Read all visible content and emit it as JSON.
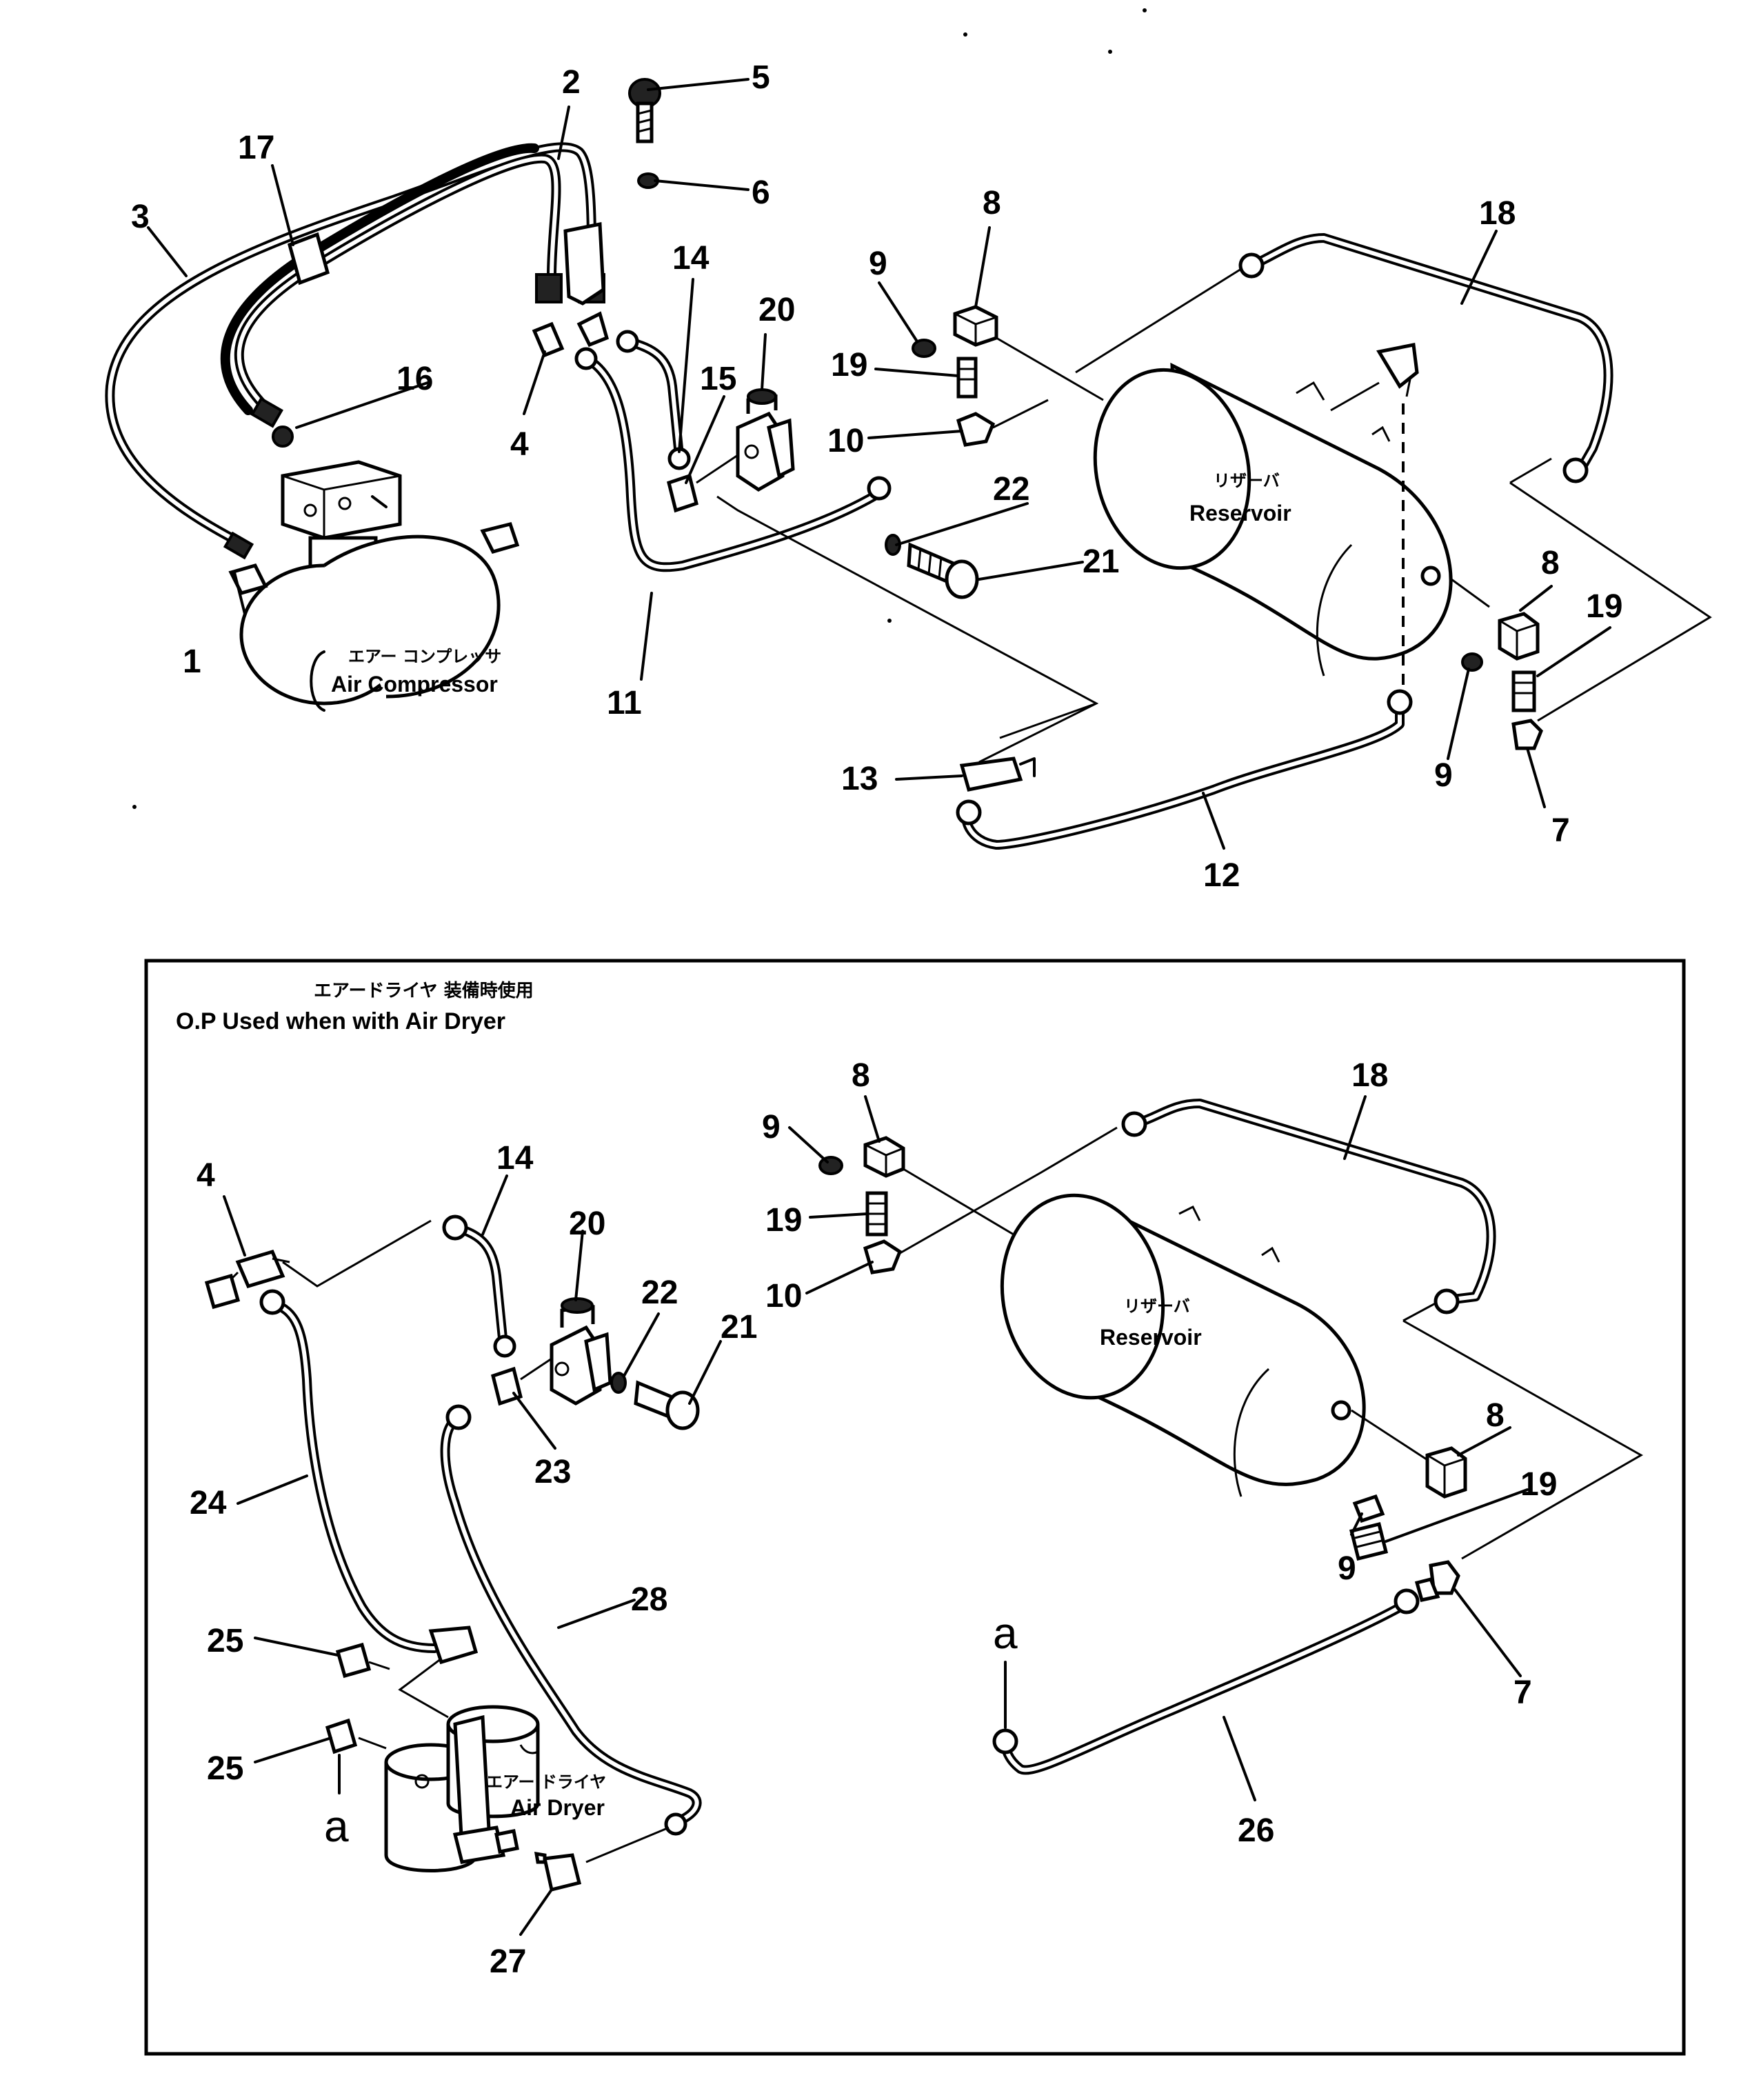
{
  "labels": {
    "air_compressor_jp": "エアー コンプレッサ",
    "air_compressor_en": "Air Compressor",
    "reservoir_jp": "リザーバ",
    "reservoir_en": "Reservoir",
    "option_jp": "エアードライヤ 装備時使用",
    "option_en": "O.P   Used when with Air Dryer",
    "air_dryer_jp": "エアー ドライヤ",
    "air_dryer_en": "Air Dryer"
  },
  "callouts_top": {
    "c1": "1",
    "c2": "2",
    "c3": "3",
    "c4": "4",
    "c5": "5",
    "c6": "6",
    "c7": "7",
    "c8a": "8",
    "c8b": "8",
    "c9a": "9",
    "c9b": "9",
    "c10": "10",
    "c11": "11",
    "c12": "12",
    "c13": "13",
    "c14": "14",
    "c15": "15",
    "c16": "16",
    "c17": "17",
    "c18": "18",
    "c19a": "19",
    "c19b": "19",
    "c20": "20",
    "c21": "21",
    "c22": "22"
  },
  "callouts_bottom": {
    "c4": "4",
    "c7": "7",
    "c8a": "8",
    "c8b": "8",
    "c9a": "9",
    "c9b": "9",
    "c10": "10",
    "c14": "14",
    "c18": "18",
    "c19a": "19",
    "c19b": "19",
    "c20": "20",
    "c21": "21",
    "c22": "22",
    "c23": "23",
    "c24": "24",
    "c25a": "25",
    "c25b": "25",
    "c26": "26",
    "c27": "27",
    "c28": "28",
    "ca1": "a",
    "ca2": "a"
  }
}
